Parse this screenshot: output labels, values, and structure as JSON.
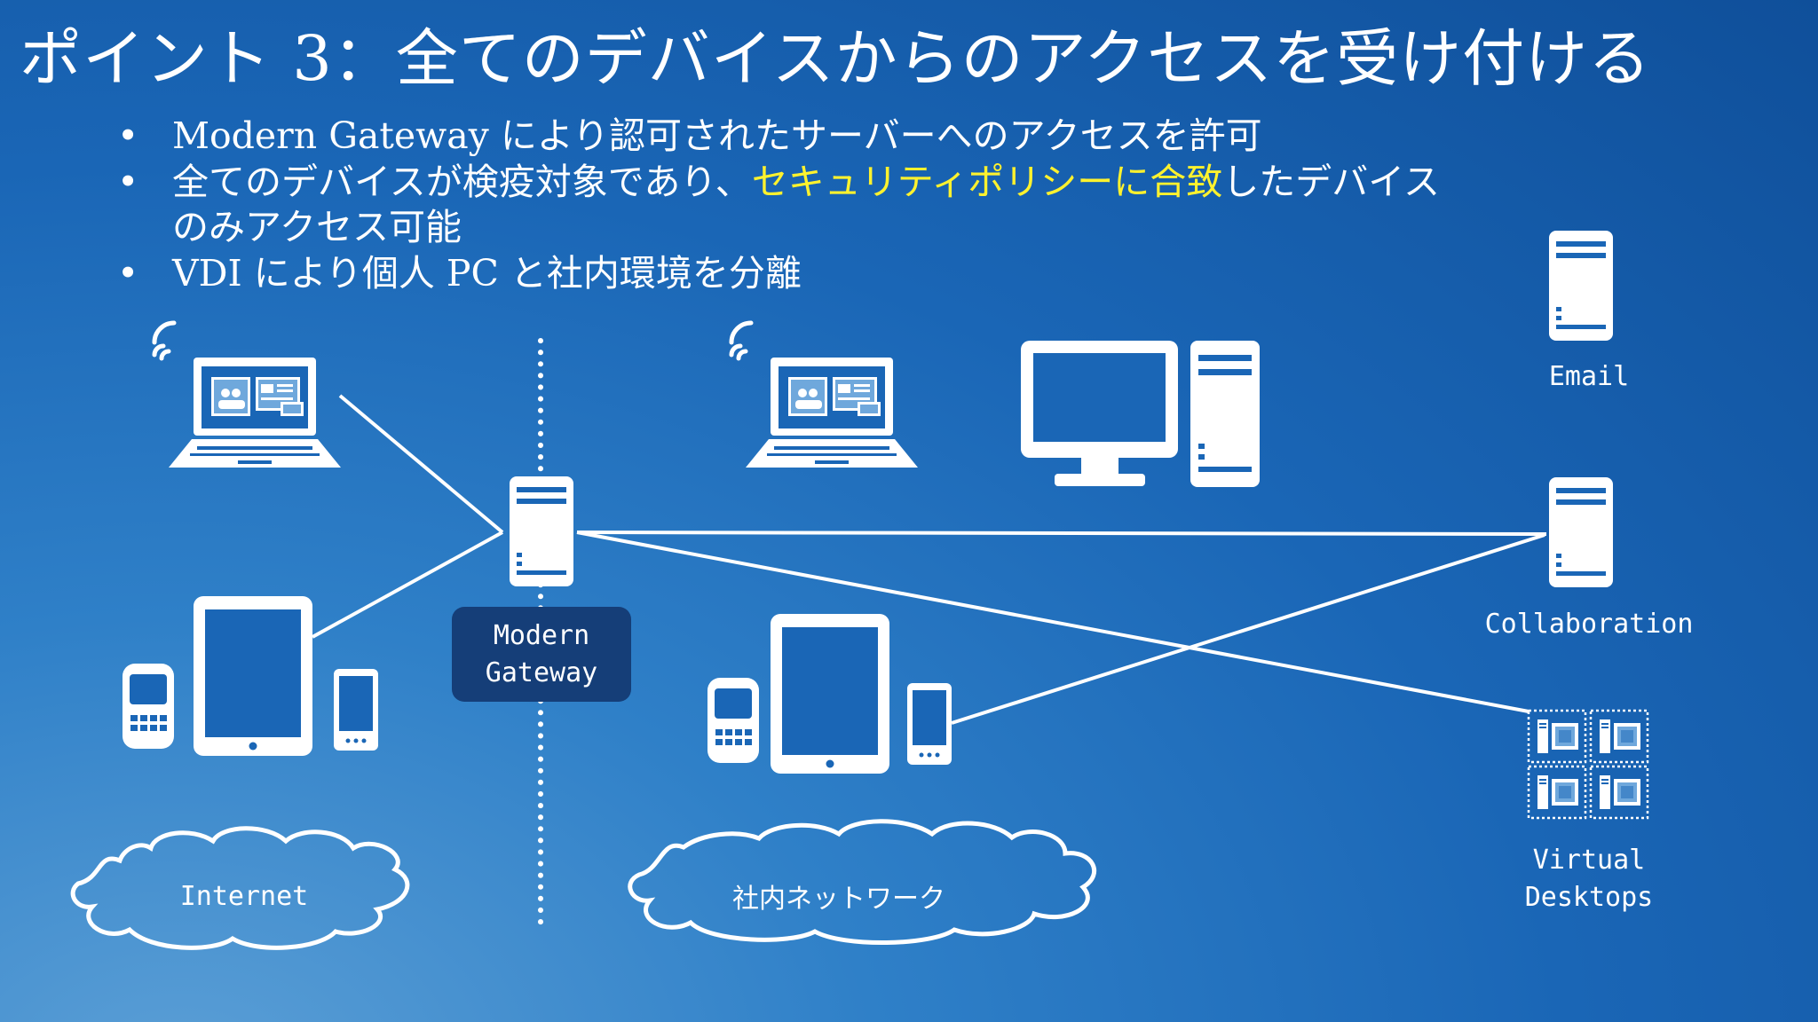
{
  "title": "ポイント 3：全てのデバイスからのアクセスを受け付ける",
  "bullets": {
    "b1": "Modern Gateway により認可されたサーバーへのアクセスを許可",
    "b2_pre": "全てのデバイスが検疫対象であり、",
    "b2_highlight": "セキュリティポリシーに合致",
    "b2_post": "したデバイスのみアクセス可能",
    "b3": "VDI により個人 PC と社内環境を分離"
  },
  "labels": {
    "gateway_line1": "Modern",
    "gateway_line2": "Gateway",
    "internet": "Internet",
    "intranet": "社内ネットワーク",
    "email": "Email",
    "collaboration": "Collaboration",
    "vd_line1": "Virtual",
    "vd_line2": "Desktops"
  },
  "colors": {
    "highlight": "#fff22e",
    "gateway_box": "#153e78",
    "background": "#1a66b6"
  },
  "icons": [
    "wifi-icon",
    "laptop-icon",
    "tablet-icon",
    "feature-phone-icon",
    "smartphone-icon",
    "server-icon",
    "desktop-monitor-icon",
    "cloud-icon",
    "virtual-desktops-icon"
  ]
}
